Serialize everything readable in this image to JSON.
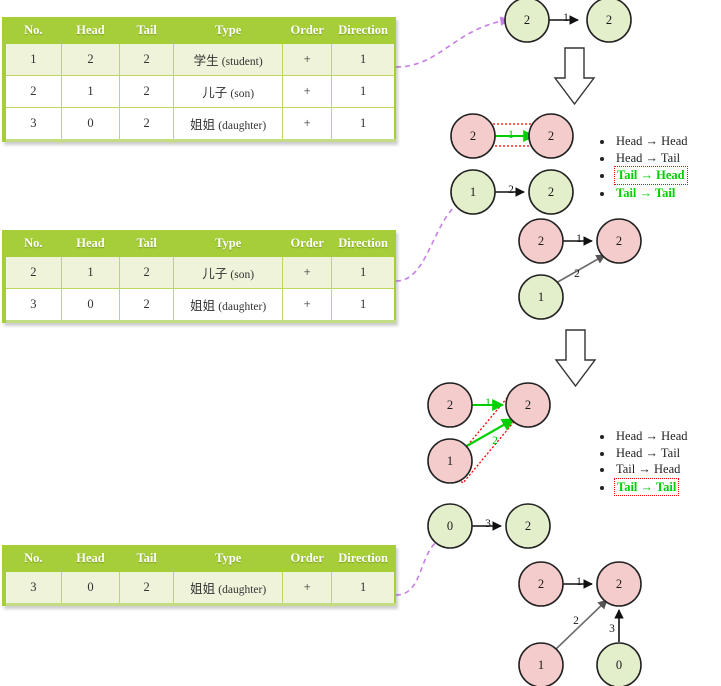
{
  "tables": {
    "columns": [
      "No.",
      "Head",
      "Tail",
      "Type",
      "Order",
      "Direction"
    ],
    "t1": {
      "rows": [
        {
          "no": "1",
          "head": "2",
          "tail": "2",
          "type_cn": "学生",
          "type_en": "(student)",
          "order": "+",
          "direction": "1"
        },
        {
          "no": "2",
          "head": "1",
          "tail": "2",
          "type_cn": "儿子",
          "type_en": "(son)",
          "order": "+",
          "direction": "1"
        },
        {
          "no": "3",
          "head": "0",
          "tail": "2",
          "type_cn": "姐姐",
          "type_en": "(daughter)",
          "order": "+",
          "direction": "1"
        }
      ]
    },
    "t2": {
      "rows": [
        {
          "no": "2",
          "head": "1",
          "tail": "2",
          "type_cn": "儿子",
          "type_en": "(son)",
          "order": "+",
          "direction": "1"
        },
        {
          "no": "3",
          "head": "0",
          "tail": "2",
          "type_cn": "姐姐",
          "type_en": "(daughter)",
          "order": "+",
          "direction": "1"
        }
      ]
    },
    "t3": {
      "rows": [
        {
          "no": "3",
          "head": "0",
          "tail": "2",
          "type_cn": "姐姐",
          "type_en": "(daughter)",
          "order": "+",
          "direction": "1"
        }
      ]
    }
  },
  "legend1": {
    "items": [
      {
        "label": "Head → Head",
        "green": false,
        "boxed": false
      },
      {
        "label": "Head → Tail",
        "green": false,
        "boxed": false
      },
      {
        "label": "Tail → Head",
        "green": true,
        "boxed": true
      },
      {
        "label": "Tail → Tail",
        "green": true,
        "boxed": false
      }
    ]
  },
  "legend2": {
    "items": [
      {
        "label": "Head → Head",
        "green": false,
        "boxed": false
      },
      {
        "label": "Head → Tail",
        "green": false,
        "boxed": false
      },
      {
        "label": "Tail → Head",
        "green": false,
        "boxed": false
      },
      {
        "label": "Tail → Tail",
        "green": true,
        "boxed": true
      }
    ]
  },
  "graphs": {
    "g1": {
      "nodes": [
        {
          "id": "n1",
          "label": "2",
          "color": "green"
        },
        {
          "id": "n2",
          "label": "2",
          "color": "green"
        }
      ],
      "edges": [
        {
          "from": "n1",
          "to": "n2",
          "label": "1",
          "color": "black"
        }
      ]
    },
    "g2": {
      "nodes": [
        {
          "id": "n1",
          "label": "2",
          "color": "pink"
        },
        {
          "id": "n2",
          "label": "2",
          "color": "pink"
        }
      ],
      "edges": [
        {
          "from": "n1",
          "to": "n2",
          "label": "1",
          "color": "green",
          "highlight": true
        }
      ]
    },
    "g3": {
      "nodes": [
        {
          "id": "n1",
          "label": "1",
          "color": "green"
        },
        {
          "id": "n2",
          "label": "2",
          "color": "green"
        }
      ],
      "edges": [
        {
          "from": "n1",
          "to": "n2",
          "label": "2",
          "color": "black"
        }
      ]
    },
    "g4": {
      "nodes": [
        {
          "id": "a",
          "label": "2",
          "color": "pink"
        },
        {
          "id": "b",
          "label": "2",
          "color": "pink"
        },
        {
          "id": "c",
          "label": "1",
          "color": "green"
        }
      ],
      "edges": [
        {
          "from": "a",
          "to": "b",
          "label": "1",
          "color": "black"
        },
        {
          "from": "c",
          "to": "b",
          "label": "2",
          "color": "gray"
        }
      ]
    },
    "g5": {
      "nodes": [
        {
          "id": "a",
          "label": "2",
          "color": "pink"
        },
        {
          "id": "b",
          "label": "2",
          "color": "pink"
        },
        {
          "id": "c",
          "label": "1",
          "color": "pink"
        }
      ],
      "edges": [
        {
          "from": "a",
          "to": "b",
          "label": "1",
          "color": "green"
        },
        {
          "from": "c",
          "to": "b",
          "label": "2",
          "color": "green",
          "highlight": true
        }
      ]
    },
    "g6": {
      "nodes": [
        {
          "id": "n1",
          "label": "0",
          "color": "green"
        },
        {
          "id": "n2",
          "label": "2",
          "color": "green"
        }
      ],
      "edges": [
        {
          "from": "n1",
          "to": "n2",
          "label": "3",
          "color": "black"
        }
      ]
    },
    "g7": {
      "nodes": [
        {
          "id": "a",
          "label": "2",
          "color": "pink"
        },
        {
          "id": "b",
          "label": "2",
          "color": "pink"
        },
        {
          "id": "c",
          "label": "1",
          "color": "pink"
        },
        {
          "id": "d",
          "label": "0",
          "color": "green"
        }
      ],
      "edges": [
        {
          "from": "a",
          "to": "b",
          "label": "1",
          "color": "black"
        },
        {
          "from": "c",
          "to": "b",
          "label": "2",
          "color": "gray"
        },
        {
          "from": "d",
          "to": "b",
          "label": "3",
          "color": "black"
        }
      ]
    }
  },
  "colors": {
    "header_green": "#a6ce39",
    "row_alt": "#eef3d9",
    "node_green": "#e3eecb",
    "node_pink": "#f5cccc",
    "edge_green": "#00d000",
    "highlight_red": "#ff0000",
    "connector_purple": "#c77fe8"
  },
  "steps": {
    "arrow1": "down-arrow",
    "arrow2": "down-arrow"
  }
}
